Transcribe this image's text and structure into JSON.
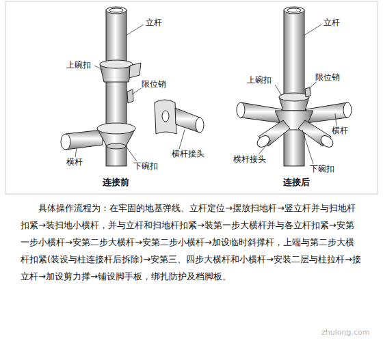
{
  "diagram": {
    "caption": "具体操作流程为：在牢固的地基弹线、立杆定位→摆放扫地杆→竖立杆并与扫地杆扣紧→装扫地小横杆，并与立杆和扫地杆扣紧→装第一步大横杆并与各立杆扣紧→安第一步小横杆→安第二步大横杆→安第二步小横杆→加设临时斜撑杆，上端与第二步大横杆扣紧(装设与柱连接杆后拆除)→安第三、四步大横杆和小横杆→安装二层与柱拉杆→接立杆→加设剪力撑→铺设脚手板，绑扎防护及档脚板。",
    "labels": [
      "立杆",
      "上碗扣",
      "限位销",
      "横杆",
      "下碗扣",
      "横杆接头",
      "连接前",
      "立杆",
      "上碗扣",
      "限位销",
      "横杆",
      "横杆接头",
      "下碗扣",
      "连接后",
      "zhulong.com"
    ]
  }
}
